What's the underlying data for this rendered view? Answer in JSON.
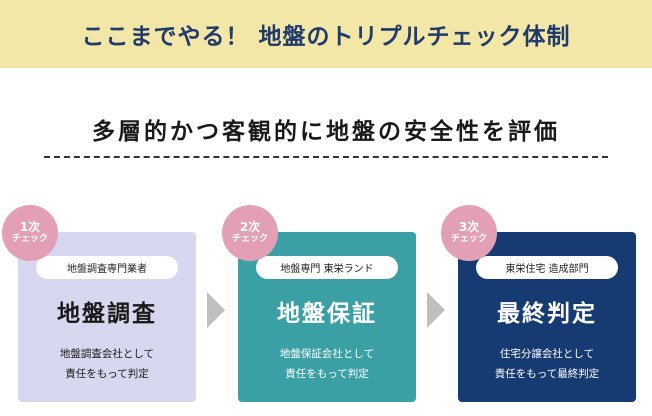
{
  "banner": {
    "title": "ここまでやる！ 地盤のトリプルチェック体制"
  },
  "subtitle": "多層的かつ客観的に地盤の安全性を評価",
  "steps": [
    {
      "badge_num": "1次",
      "badge_label": "チェック",
      "actor": "地盤調査専門業者",
      "title": "地盤調査",
      "desc_line1": "地盤調査会社として",
      "desc_line2": "責任をもって判定"
    },
    {
      "badge_num": "2次",
      "badge_label": "チェック",
      "actor": "地盤専門 東栄ランド",
      "title": "地盤保証",
      "desc_line1": "地盤保証会社として",
      "desc_line2": "責任をもって判定"
    },
    {
      "badge_num": "3次",
      "badge_label": "チェック",
      "actor": "東栄住宅 造成部門",
      "title": "最終判定",
      "desc_line1": "住宅分譲会社として",
      "desc_line2": "責任をもって最終判定"
    }
  ],
  "colors": {
    "banner_bg": "#f3e7a8",
    "banner_text": "#1f3a6b",
    "card1_bg": "#d7d7ef",
    "card2_bg": "#3aa0a6",
    "card3_bg": "#163a72",
    "badge_bg": "#e3a0b4",
    "arrow": "#bfbfbf"
  }
}
